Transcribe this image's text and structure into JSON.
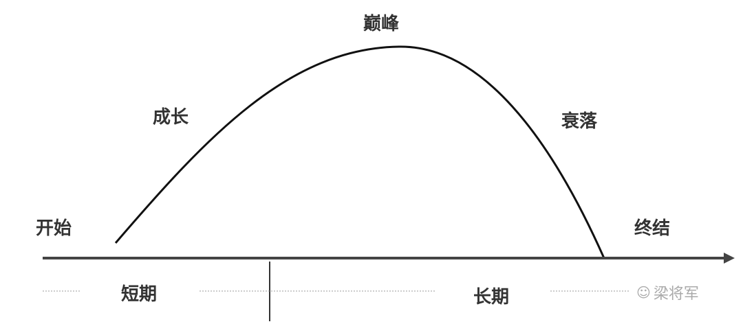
{
  "labels": {
    "start": "开始",
    "growth": "成长",
    "peak": "巅峰",
    "decline": "衰落",
    "end": "终结",
    "short_term": "短期",
    "long_term": "长期"
  },
  "watermark": {
    "text": "梁将军",
    "icon": "wechat-icon"
  }
}
